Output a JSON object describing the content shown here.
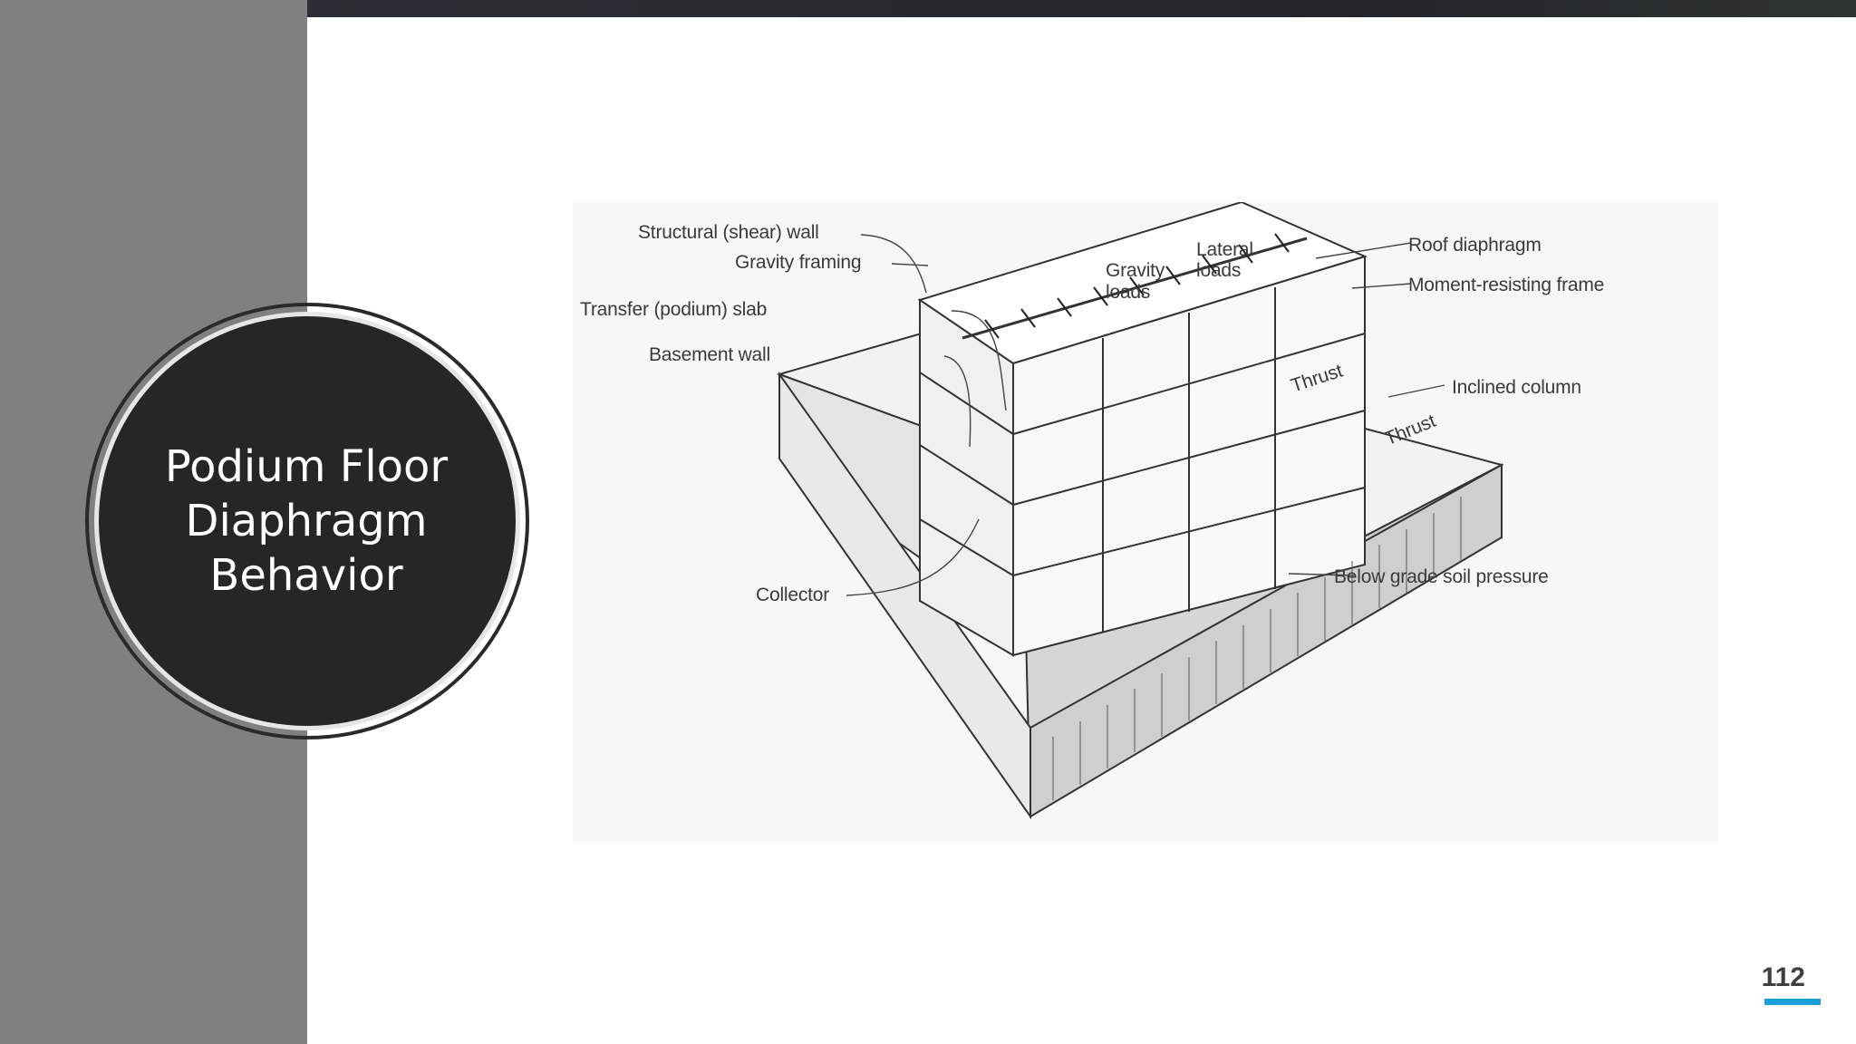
{
  "slide": {
    "title": "Podium Floor Diaphragm Behavior",
    "page_number": "112",
    "accent_color": "#1e9fd8",
    "sidebar_color": "#808080",
    "circle_color": "#262626"
  },
  "diagram": {
    "labels": {
      "structural_wall": "Structural (shear) wall",
      "gravity_framing": "Gravity framing",
      "transfer_slab": "Transfer (podium) slab",
      "basement_wall": "Basement wall",
      "collector": "Collector",
      "gravity_loads_1": "Gravity",
      "gravity_loads_2": "loads",
      "lateral_loads_1": "Lateral",
      "lateral_loads_2": "loads",
      "roof_diaphragm": "Roof diaphragm",
      "moment_frame": "Moment-resisting frame",
      "inclined_column": "Inclined column",
      "thrust_1": "Thrust",
      "thrust_2": "Thrust",
      "soil_pressure": "Below grade soil pressure"
    }
  }
}
